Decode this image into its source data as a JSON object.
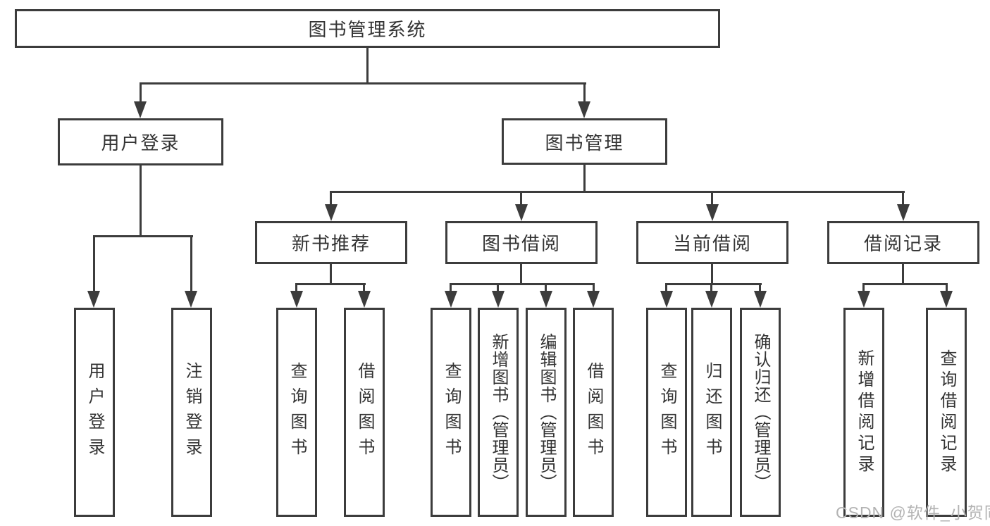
{
  "nodes": {
    "root": "图书管理系统",
    "login": "用户登录",
    "management": "图书管理",
    "new_books": "新书推荐",
    "book_borrow": "图书借阅",
    "current_borrow": "当前借阅",
    "borrow_records": "借阅记录",
    "leaf_user_login": "用户登录",
    "leaf_logout": "注销登录",
    "leaf_nb_query": "查询图书",
    "leaf_nb_borrow": "借阅图书",
    "leaf_bb_query": "查询图书",
    "leaf_bb_add": "新增图书（管理员）",
    "leaf_bb_edit": "编辑图书（管理员）",
    "leaf_bb_borrow": "借阅图书",
    "leaf_cb_query": "查询图书",
    "leaf_cb_return": "归还图书",
    "leaf_cb_confirm": "确认归还（管理员）",
    "leaf_br_add": "新增借阅记录",
    "leaf_br_query": "查询借阅记录"
  },
  "watermark": "CSDN @软件_小贺同学",
  "colors": {
    "line": "#3c3c3c",
    "text": "#333333",
    "watermark": "#b3b3b3",
    "background": "#ffffff"
  }
}
